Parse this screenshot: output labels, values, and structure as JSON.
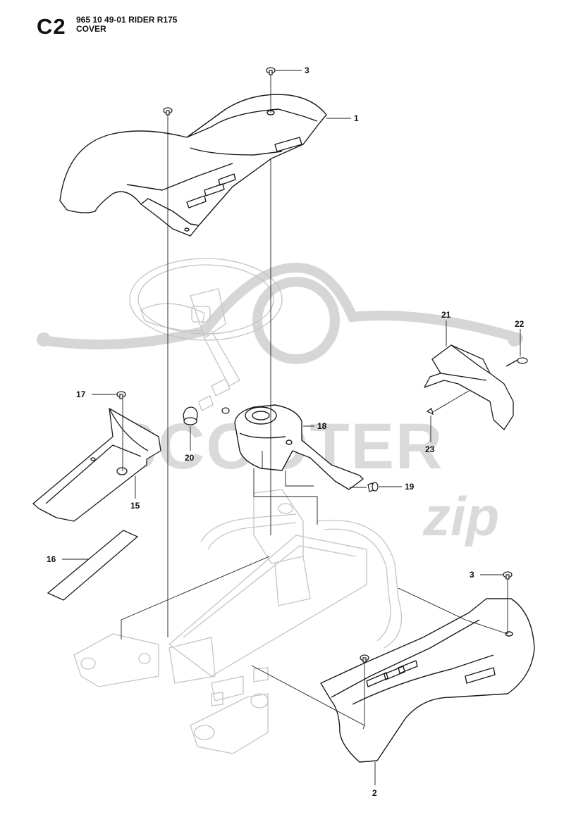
{
  "header": {
    "code": "C2",
    "model_line": "965 10 49-01 RIDER R175",
    "section_line": "COVER"
  },
  "watermark": {
    "brand": "SCOOTER",
    "script": "zip",
    "color": "#cfcfcf"
  },
  "callouts": {
    "c1": "1",
    "c2": "2",
    "c3a": "3",
    "c3b": "3",
    "c15": "15",
    "c16": "16",
    "c17": "17",
    "c18": "18",
    "c19": "19",
    "c20": "20",
    "c21": "21",
    "c22": "22",
    "c23": "23"
  },
  "colors": {
    "line": "#1a1a1a",
    "faint": "#bdbdbd"
  }
}
